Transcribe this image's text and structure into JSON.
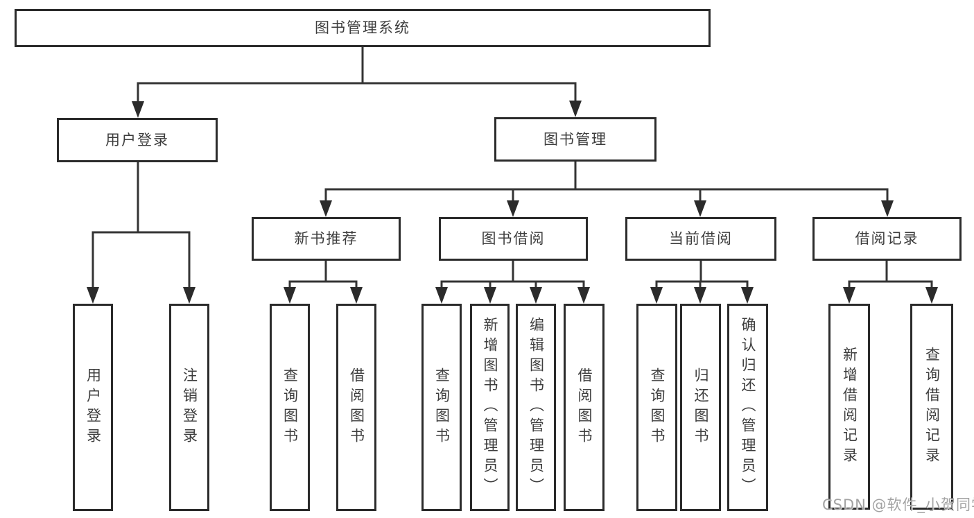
{
  "watermark": "CSDN @软件_小贺同学",
  "colors": {
    "line": "#343434",
    "box_border": "#2b2b2b",
    "text": "#3d3d3d",
    "watermark": "#a3a3a3"
  },
  "tree": {
    "root": {
      "label": "图书管理系统"
    },
    "level2": [
      {
        "label": "用户登录",
        "leaves": [
          {
            "label": "用户登录"
          },
          {
            "label": "注销登录"
          }
        ]
      },
      {
        "label": "图书管理",
        "groups": [
          {
            "label": "新书推荐",
            "leaves": [
              {
                "label": "查询图书"
              },
              {
                "label": "借阅图书"
              }
            ]
          },
          {
            "label": "图书借阅",
            "leaves": [
              {
                "label": "查询图书"
              },
              {
                "label": "新增图书（管理员）"
              },
              {
                "label": "编辑图书（管理员）"
              },
              {
                "label": "借阅图书"
              }
            ]
          },
          {
            "label": "当前借阅",
            "leaves": [
              {
                "label": "查询图书"
              },
              {
                "label": "归还图书"
              },
              {
                "label": "确认归还（管理员）"
              }
            ]
          },
          {
            "label": "借阅记录",
            "leaves": [
              {
                "label": "新增借阅记录"
              },
              {
                "label": "查询借阅记录"
              }
            ]
          }
        ]
      }
    ]
  }
}
